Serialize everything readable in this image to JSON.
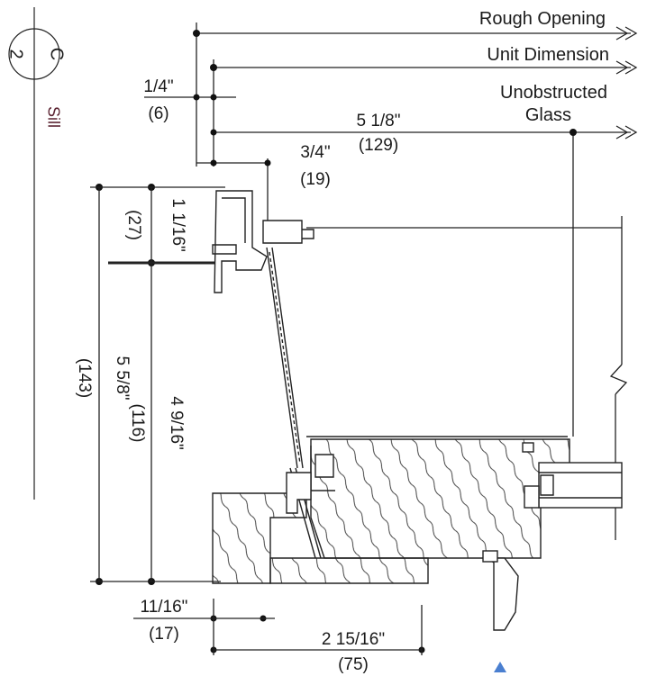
{
  "section_marker": {
    "top": "C",
    "bottom": "2",
    "label": "Sill"
  },
  "callouts": {
    "rough_opening": "Rough Opening",
    "unit_dimension": "Unit Dimension",
    "unobstructed_1": "Unobstructed",
    "unobstructed_2": "Glass"
  },
  "dimensions": {
    "d1_in": "1/4\"",
    "d1_mm": "(6)",
    "d2_in": "5 1/8\"",
    "d2_mm": "(129)",
    "d3_in": "3/4\"",
    "d3_mm": "(19)",
    "d4_in": "1 1/16\"",
    "d4_mm": "(27)",
    "d5_in": "5 5/8\"",
    "d5_mm": "(143)",
    "d6_in": "4 9/16\"",
    "d6_mm": "(116)",
    "d7_in": "11/16\"",
    "d7_mm": "(17)",
    "d8_in": "2 15/16\"",
    "d8_mm": "(75)"
  },
  "colors": {
    "ink": "#1a1a1a",
    "accent": "#5a2230",
    "marker": "#4a7fd0"
  },
  "icons": {
    "direction": "up-triangle-icon"
  }
}
